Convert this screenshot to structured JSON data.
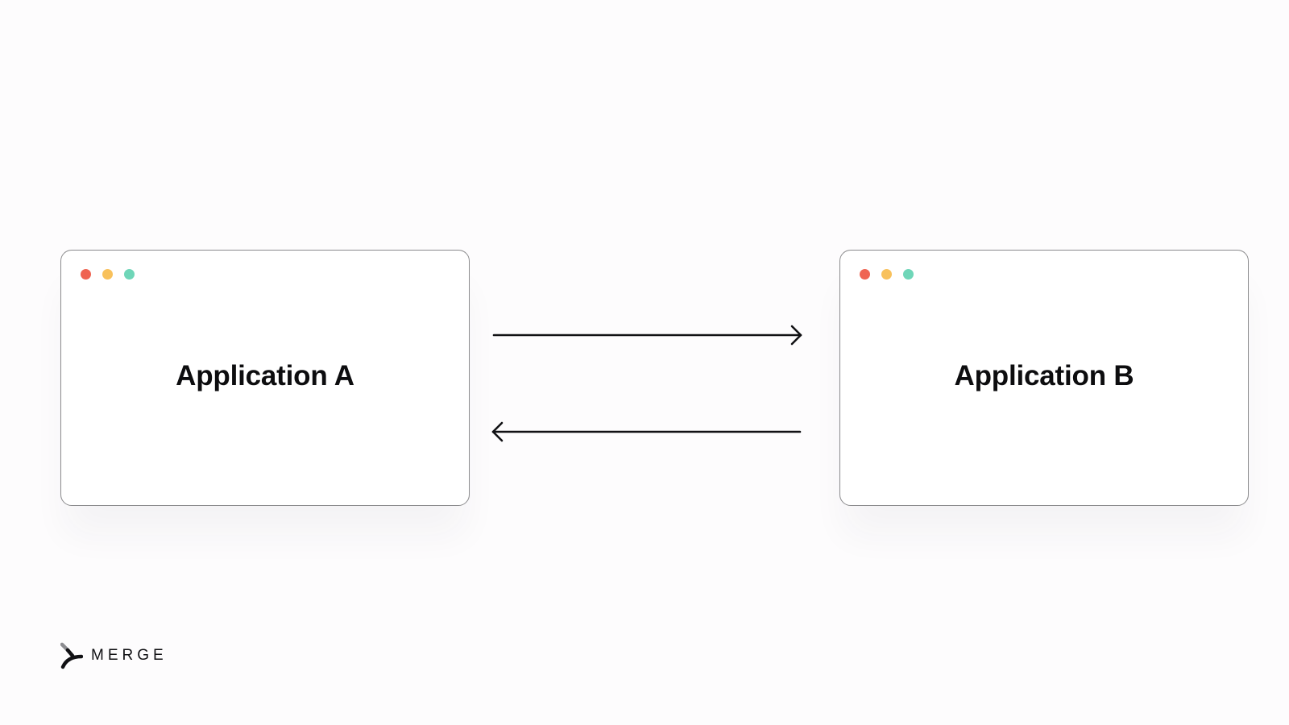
{
  "apps": [
    {
      "label": "Application A"
    },
    {
      "label": "Application B"
    }
  ],
  "window_dot_colors": [
    "#ef6452",
    "#f8c15c",
    "#6fd6b8"
  ],
  "arrows": [
    {
      "direction": "right",
      "from": "Application A",
      "to": "Application B"
    },
    {
      "direction": "left",
      "from": "Application B",
      "to": "Application A"
    }
  ],
  "brand": {
    "name": "MERGE",
    "logo_icon": "merge-logo-icon"
  }
}
